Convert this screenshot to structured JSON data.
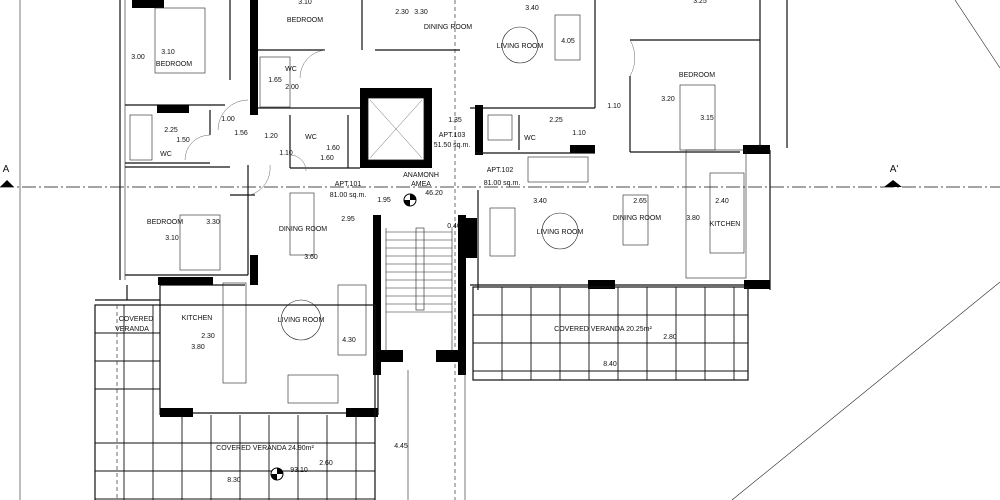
{
  "section_marker": {
    "left": "A",
    "right": "A'"
  },
  "apartments": [
    {
      "name": "APT.101",
      "area": "81.00 sq.m."
    },
    {
      "name": "APT.102",
      "area": "81.00 sq.m."
    },
    {
      "name": "APT.103",
      "area": "51.50 sq.m."
    }
  ],
  "lobby": {
    "line1": "ΑΝΑΜΟΝΗ",
    "line2": "ΑΜΕΑ"
  },
  "rooms": [
    "BEDROOM",
    "BEDROOM",
    "WC",
    "WC",
    "WC",
    "DINING ROOM",
    "LIVING ROOM",
    "WC",
    "BEDROOM",
    "BEDROOM",
    "DINING ROOM",
    "LIVING ROOM",
    "DINING ROOM",
    "KITCHEN",
    "KITCHEN",
    "LIVING ROOM",
    "COVERED VERANDA 20.25m²",
    "COVERED VERANDA 24.90m²"
  ],
  "small_veranda": {
    "line1": "COVERED",
    "line2": "VERANDA"
  },
  "dimensions": [
    "3.10",
    "3.10",
    "3.00",
    "1.65",
    "2.00",
    "2.30",
    "3.30",
    "3.40",
    "4.05",
    "3.25",
    "2.25",
    "1.50",
    "1.00",
    "1.56",
    "1.20",
    "1.10",
    "1.60",
    "1.60",
    "1.35",
    "2.25",
    "1.10",
    "1.10",
    "3.20",
    "3.15",
    "46.20",
    "1.95",
    "0.40",
    "2.95",
    "3.10",
    "3.30",
    "3.60",
    "3.40",
    "2.65",
    "2.40",
    "3.80",
    "2.30",
    "3.80",
    "4.30",
    "2.80",
    "8.40",
    "4.45",
    "2.60",
    "93.10",
    "8.30"
  ]
}
